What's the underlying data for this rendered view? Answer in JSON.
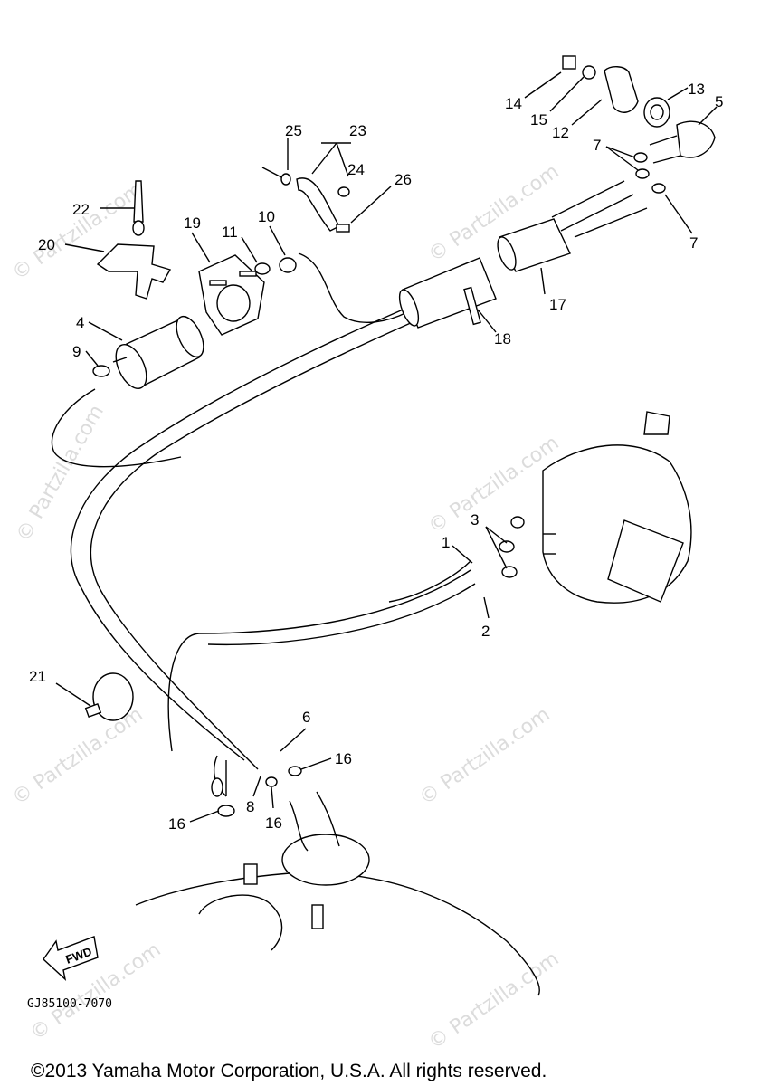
{
  "watermark": "© Partzilla.com",
  "callouts": {
    "c1": "1",
    "c2": "2",
    "c3": "3",
    "c4": "4",
    "c5": "5",
    "c6": "6",
    "c7a": "7",
    "c7b": "7",
    "c8": "8",
    "c9": "9",
    "c10": "10",
    "c11": "11",
    "c12": "12",
    "c13": "13",
    "c14": "14",
    "c15": "15",
    "c16a": "16",
    "c16b": "16",
    "c16c": "16",
    "c17": "17",
    "c18": "18",
    "c19": "19",
    "c20": "20",
    "c21": "21",
    "c22": "22",
    "c23": "23",
    "c24": "24",
    "c25": "25",
    "c26": "26"
  },
  "fwd_label": "FWD",
  "diagram_code": "GJ85100-7070",
  "copyright": "©2013  Yamaha Motor Corporation, U.S.A. All rights reserved."
}
